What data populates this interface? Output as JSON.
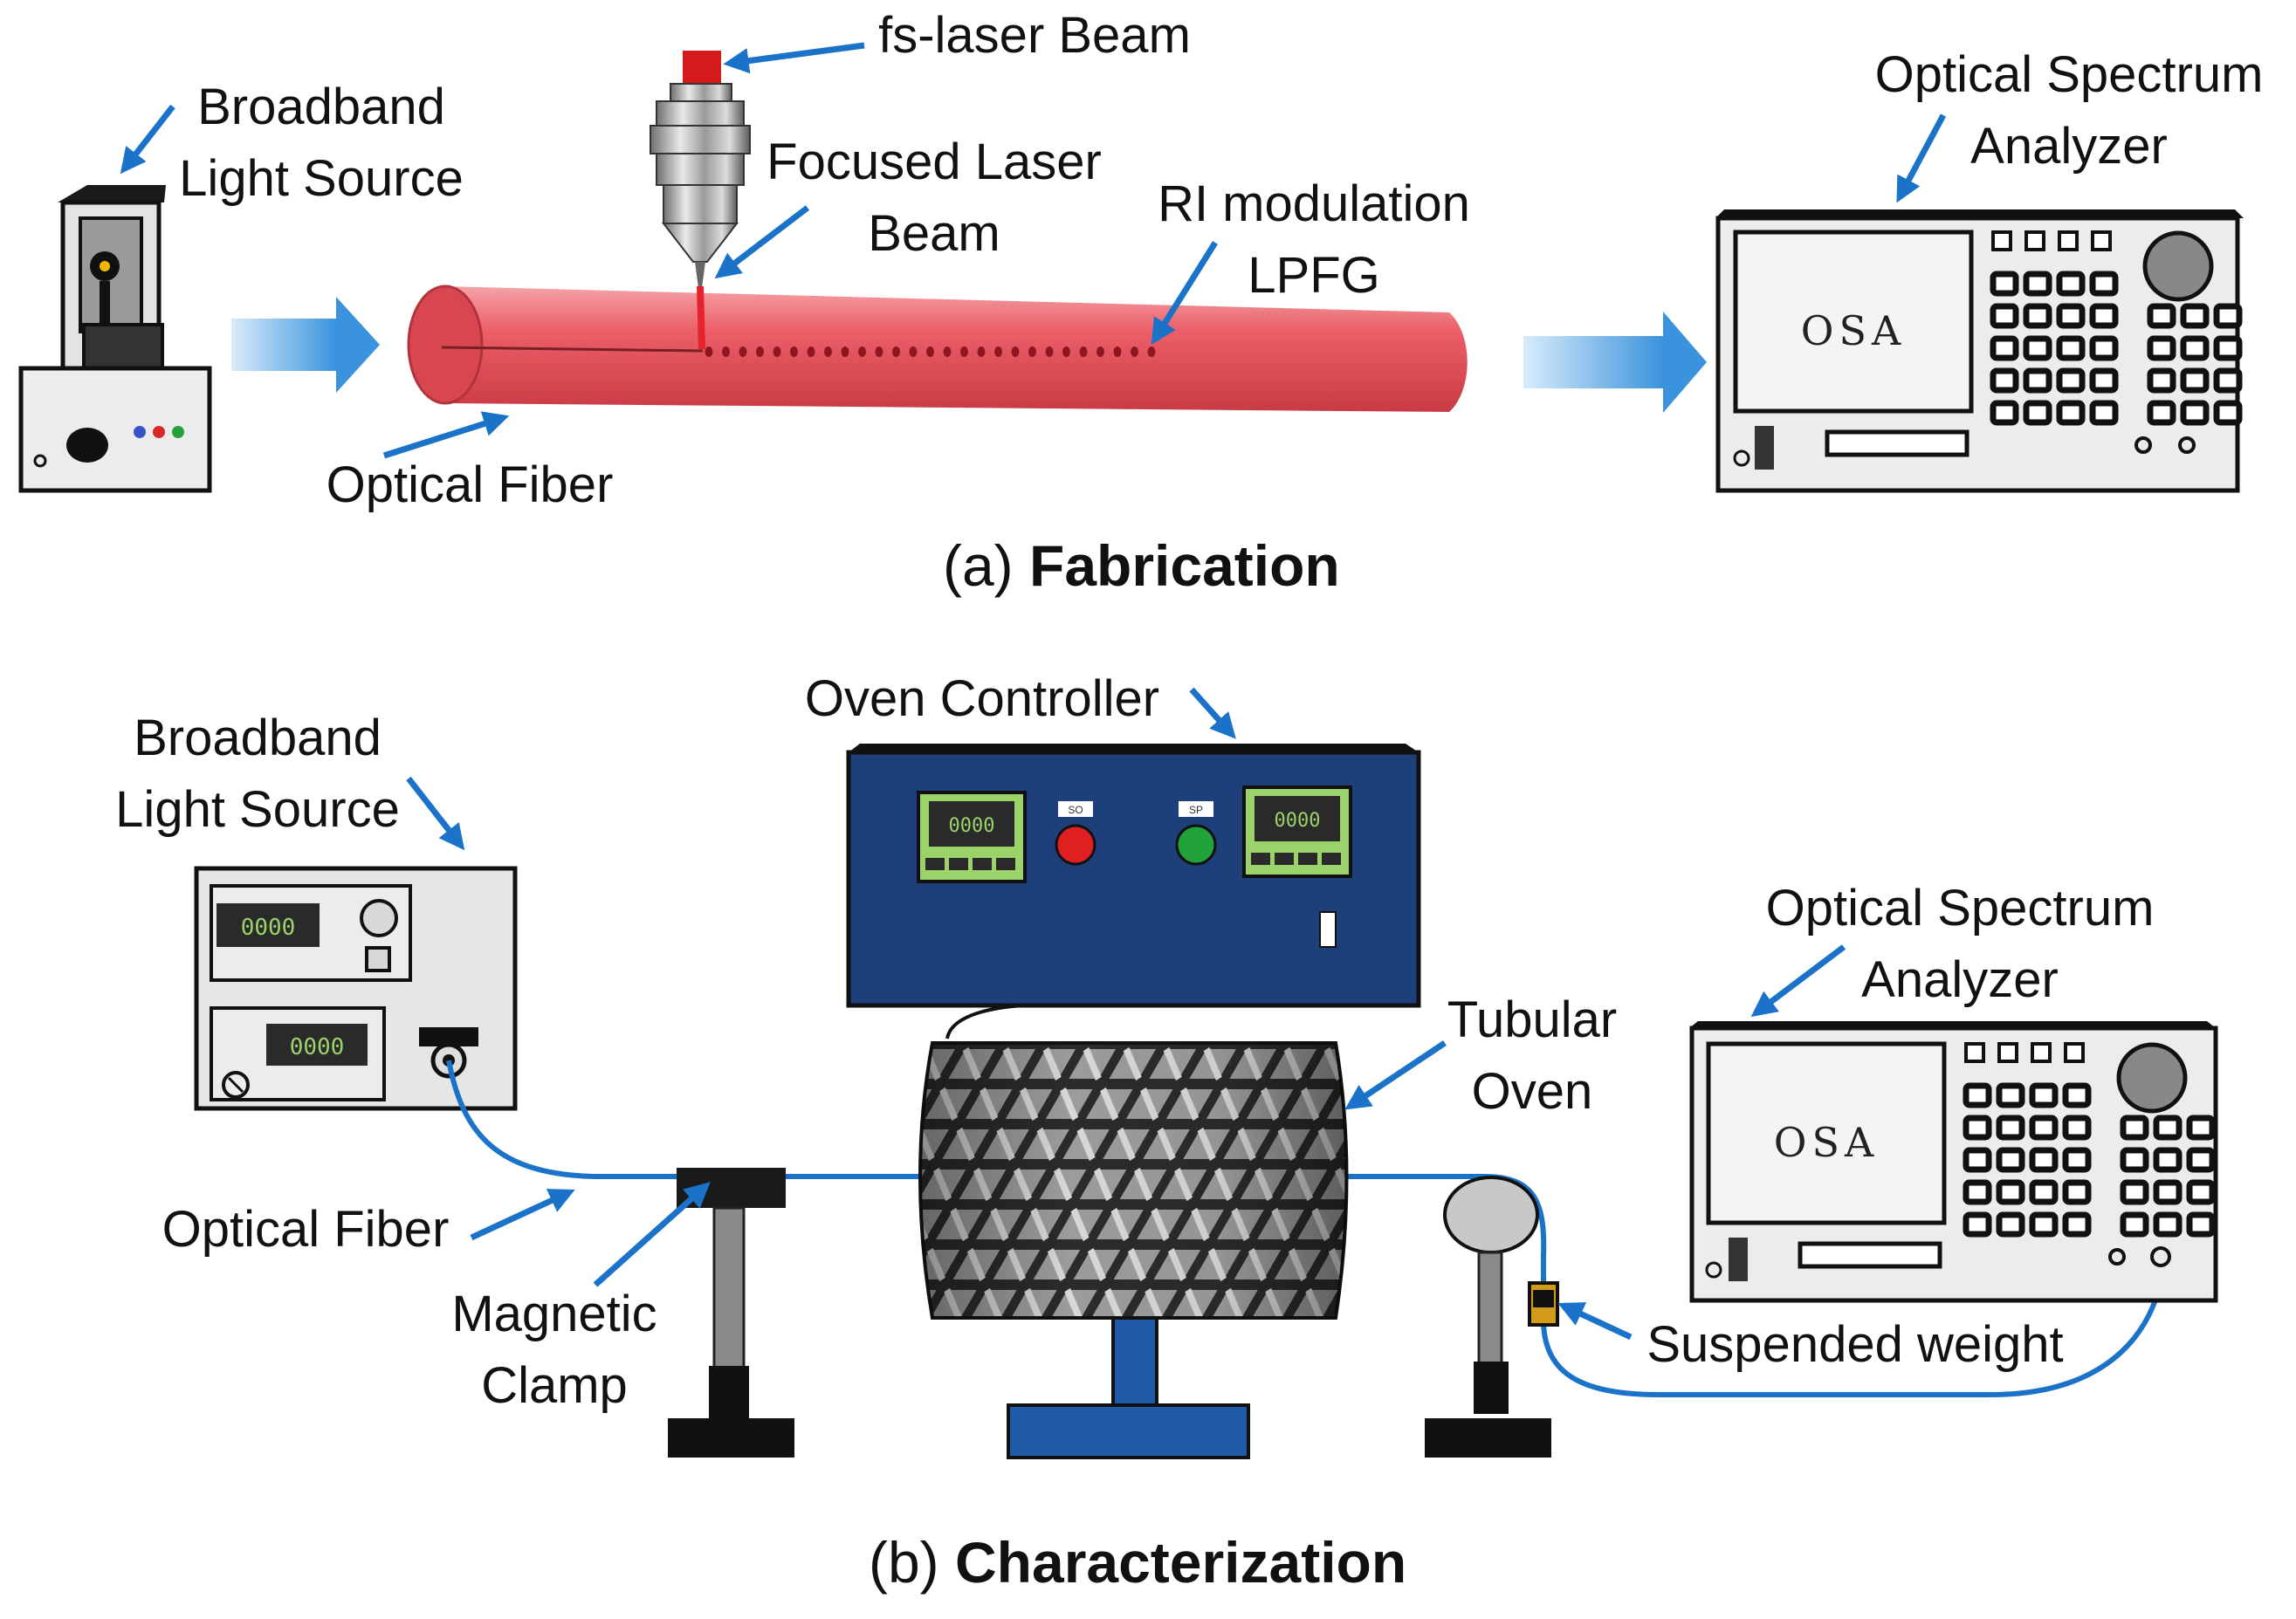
{
  "panel_a": {
    "caption_prefix": "(a)",
    "caption_title": "Fabrication",
    "labels": {
      "light_source_line1": "Broadband",
      "light_source_line2": "Light Source",
      "fs_laser": "fs-laser Beam",
      "focused_line1": "Focused Laser",
      "focused_line2": "Beam",
      "ri_line1": "RI modulation",
      "ri_line2": "LPFG",
      "optical_fiber": "Optical Fiber",
      "osa_line1": "Optical Spectrum",
      "osa_line2": "Analyzer"
    },
    "osa_screen_text": "OSA"
  },
  "panel_b": {
    "caption_prefix": "(b)",
    "caption_title": "Characterization",
    "labels": {
      "light_source_line1": "Broadband",
      "light_source_line2": "Light Source",
      "oven_controller": "Oven Controller",
      "tubular_line1": "Tubular",
      "tubular_line2": "Oven",
      "osa_line1": "Optical Spectrum",
      "osa_line2": "Analyzer",
      "optical_fiber": "Optical Fiber",
      "clamp_line1": "Magnetic",
      "clamp_line2": "Clamp",
      "weight": "Suspended weight"
    },
    "osa_screen_text": "OSA",
    "source_display_top": "0000",
    "source_display_bottom": "0000",
    "controller_display_left": "0000",
    "controller_display_right": "0000",
    "controller_button_left": "SO",
    "controller_button_right": "SP"
  },
  "colors": {
    "arrow_blue": "#1a73c9",
    "fiber_red": "#e8515c",
    "controller_blue": "#1d3f7a",
    "display_green": "#9bd36a",
    "stop_red": "#e02020",
    "start_green": "#22a33a",
    "stand_blue": "#1e5aa6"
  }
}
